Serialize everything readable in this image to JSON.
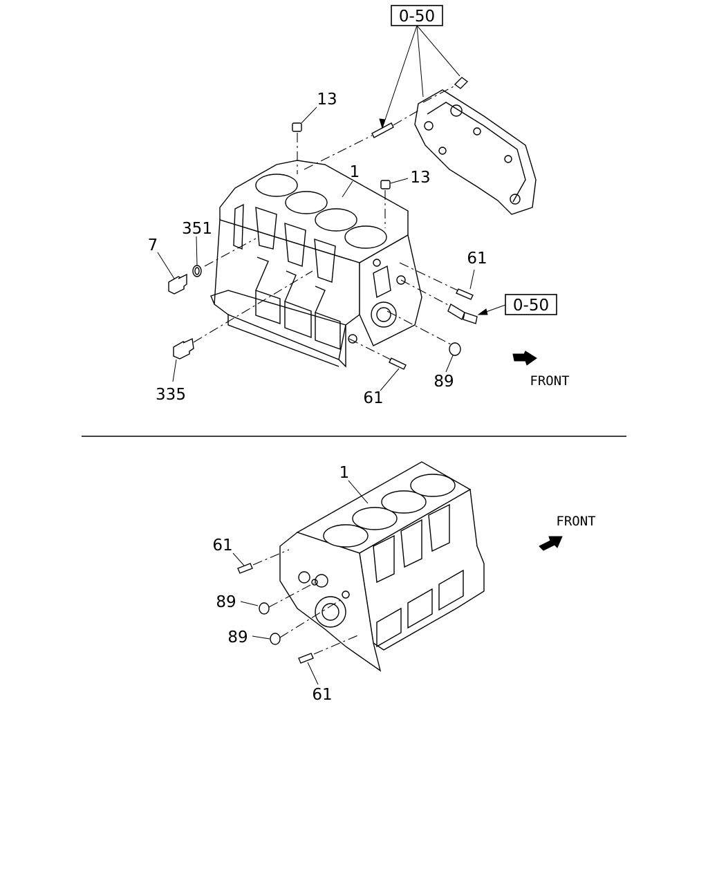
{
  "upper_view": {
    "callouts": {
      "ref_top": "0-50",
      "ref_side": "0-50",
      "plug_left": "7",
      "ring": "351",
      "dowel_13_a": "13",
      "block": "1",
      "dowel_13_b": "13",
      "dowel_61_right": "61",
      "plug_335": "335",
      "dowel_61_bottom": "61",
      "plug_89": "89"
    },
    "front_label": "FRONT"
  },
  "lower_view": {
    "callouts": {
      "block": "1",
      "dowel_61_top": "61",
      "plug_89_a": "89",
      "plug_89_b": "89",
      "dowel_61_bottom": "61"
    },
    "front_label": "FRONT"
  }
}
